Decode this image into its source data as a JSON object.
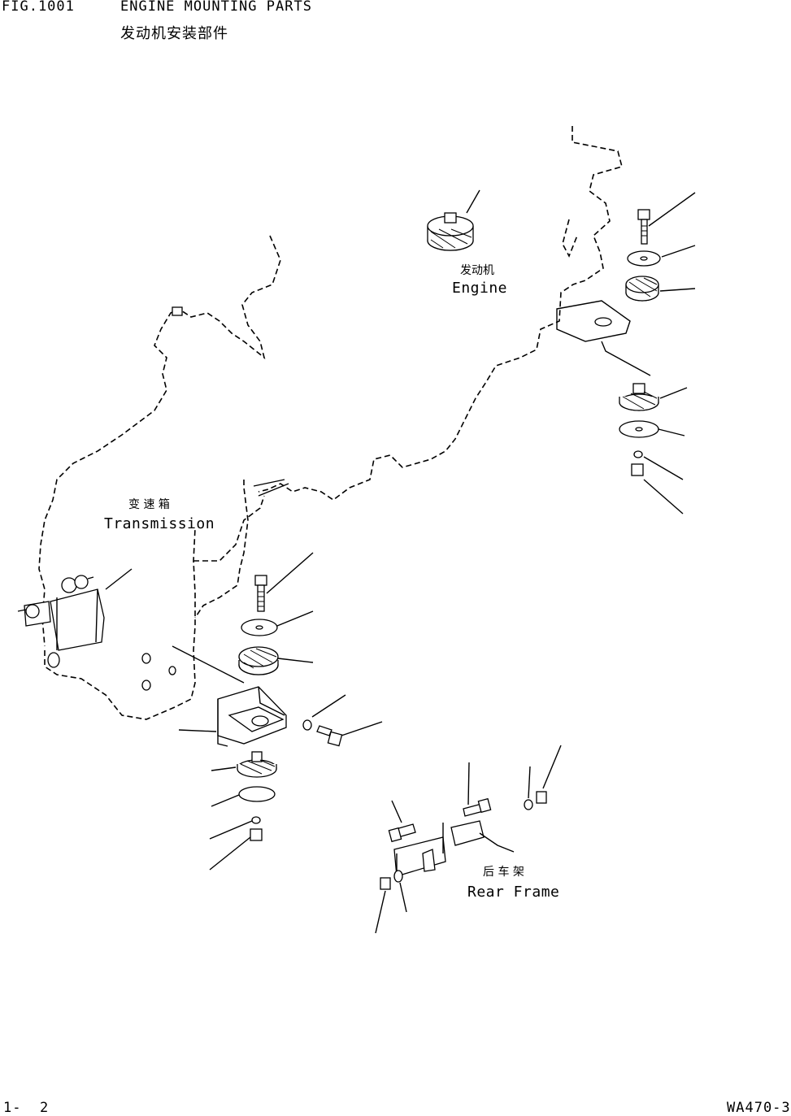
{
  "header": {
    "fig_number": "FIG.1001",
    "title_en": "ENGINE MOUNTING PARTS",
    "title_cn": "发动机安装部件"
  },
  "labels": {
    "engine_cn": "发动机",
    "engine_en": "Engine",
    "transmission_cn": "变 速 箱",
    "transmission_en": "Transmission",
    "rear_frame_cn": "后 车 架",
    "rear_frame_en": "Rear Frame"
  },
  "footer": {
    "page": "1-  2",
    "model": "WA470-3"
  }
}
